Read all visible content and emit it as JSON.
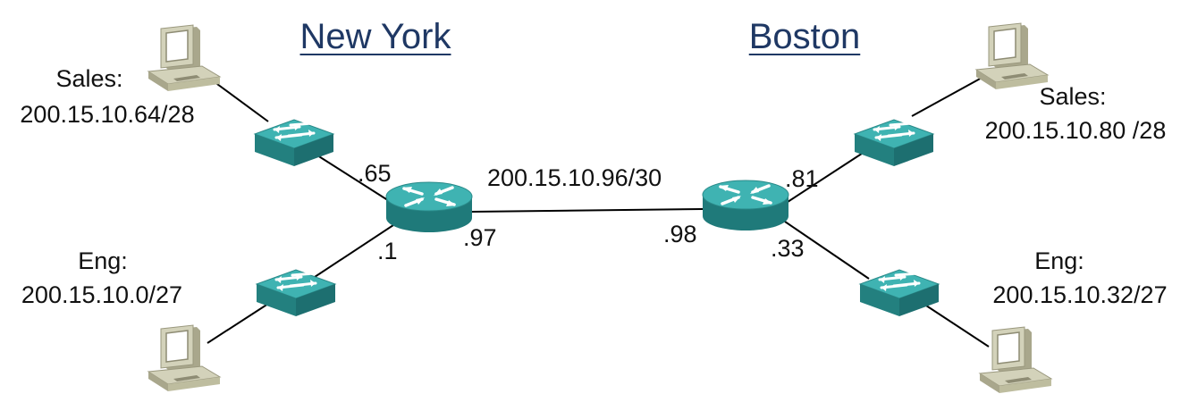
{
  "colors": {
    "site_title": "#1f3864",
    "link": "#000000",
    "device_teal": "#2b9a9a",
    "device_teal_dark": "#1d6f70",
    "pc_body": "#d3d2ba",
    "pc_shadow": "#a9a78c"
  },
  "sites": {
    "new_york": {
      "title": "New York",
      "sales": {
        "label": "Sales:",
        "network": "200.15.10.64/28",
        "gateway": ".65"
      },
      "eng": {
        "label": "Eng:",
        "network": "200.15.10.0/27",
        "gateway": ".1"
      },
      "wan_address": ".97"
    },
    "boston": {
      "title": "Boston",
      "sales": {
        "label": "Sales:",
        "network": "200.15.10.80 /28",
        "gateway": ".81"
      },
      "eng": {
        "label": "Eng:",
        "network": "200.15.10.32/27",
        "gateway": ".33"
      },
      "wan_address": ".98"
    }
  },
  "wan_link": {
    "network": "200.15.10.96/30"
  },
  "icons": {
    "router": "router-icon",
    "switch": "switch-icon",
    "pc": "desktop-computer-icon"
  }
}
